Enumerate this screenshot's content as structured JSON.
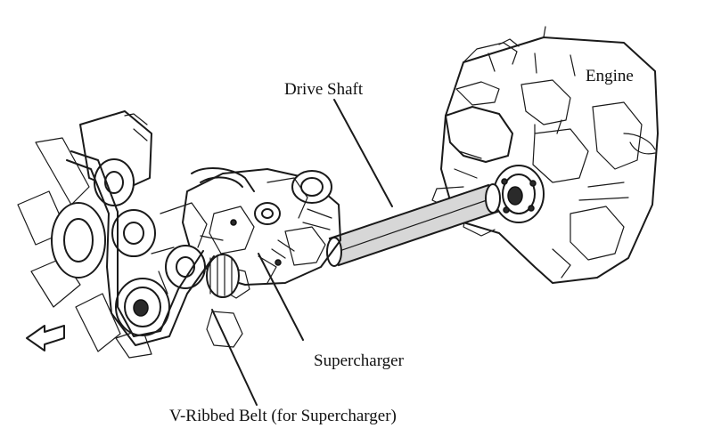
{
  "labels": {
    "engine": "Engine",
    "drive_shaft": "Drive Shaft",
    "supercharger": "Supercharger",
    "belt": "V-Ribbed Belt (for Supercharger)"
  },
  "icons": {
    "direction_arrow": "arrow-left-outline-icon"
  }
}
